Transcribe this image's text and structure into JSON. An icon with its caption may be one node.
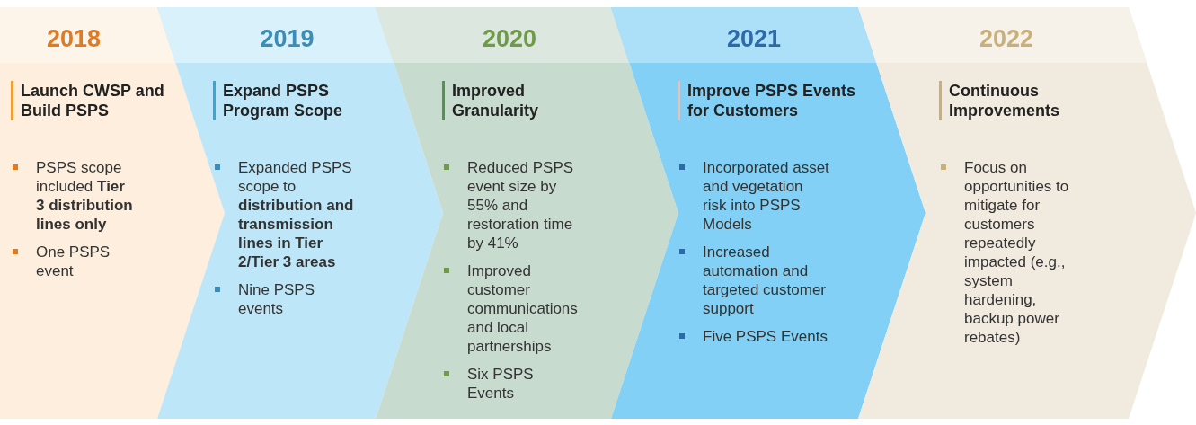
{
  "diagram": {
    "nodes": [
      {
        "text": [
          "2018",
          "Launch CWSP and Build PSPS",
          "PSPS scope included **Tier 3 distribution lines only**",
          "One PSPS event"
        ]
      },
      {
        "text": [
          "2019",
          "Expand PSPS Program Scope",
          "Expanded PSPS scope to **distribution and transmission lines in Tier 2/Tier 3 areas**",
          "Nine PSPS events"
        ]
      },
      {
        "text": [
          "2020",
          "Improved Granularity",
          "Reduced PSPS event size by 55% and restoration time by 41%",
          "Improved customer communications and local partnerships",
          "Six PSPS Events"
        ]
      },
      {
        "text": [
          "2021",
          "Improve PSPS Events for Customers",
          "Incorporated asset and vegetation risk into PSPS Models",
          "Increased automation and targeted customer support",
          "Five PSPS Events"
        ]
      },
      {
        "text": [
          "2022",
          "Continuous Improvements",
          "Focus on opportunities to mitigate for customers repeatedly impacted (e.g., system hardening, backup power rebates)"
        ]
      }
    ]
  }
}
